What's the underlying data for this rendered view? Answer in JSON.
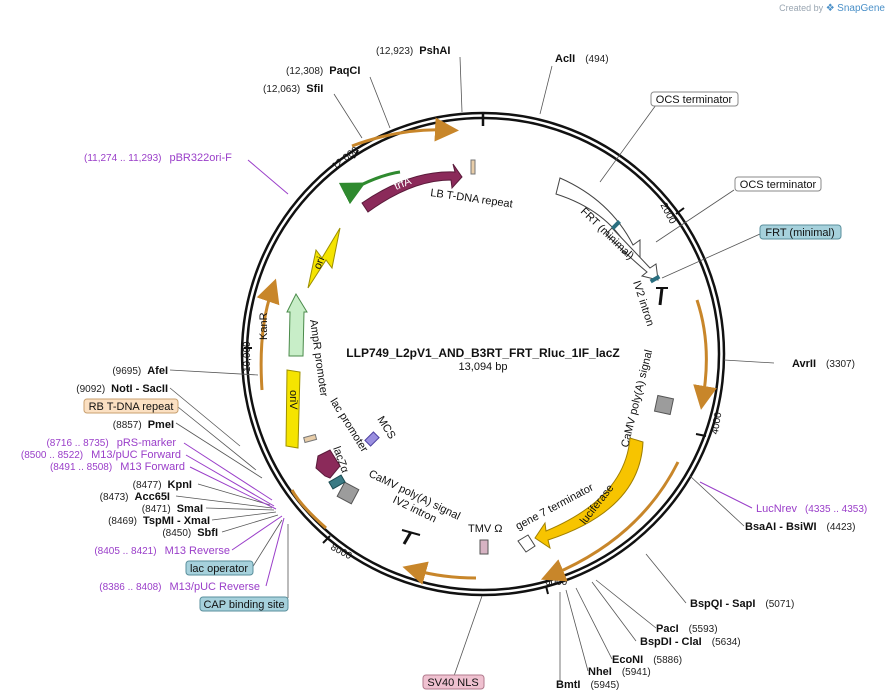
{
  "branding": {
    "created_by": "Created by",
    "app": "SnapGene"
  },
  "plasmid": {
    "name": "LLP749_L2pV1_AND_B3RT_FRT_Rluc_1IF_lacZ",
    "size_label": "13,094 bp"
  },
  "tick_labels": [
    "2000",
    "4000",
    "6000",
    "8000",
    "10,000",
    "12,000"
  ],
  "restriction_sites": [
    {
      "name": "PshAI",
      "pos": "(12,923)"
    },
    {
      "name": "PaqCI",
      "pos": "(12,308)"
    },
    {
      "name": "SfiI",
      "pos": "(12,063)"
    },
    {
      "name": "AclI",
      "pos": "(494)"
    },
    {
      "name": "AvrII",
      "pos": "(3307)"
    },
    {
      "name": "AfeI",
      "pos": "(9695)"
    },
    {
      "name": "NotI - SacII",
      "pos": "(9092)"
    },
    {
      "name": "PmeI",
      "pos": "(8857)"
    },
    {
      "name": "KpnI",
      "pos": "(8477)"
    },
    {
      "name": "Acc65I",
      "pos": "(8473)"
    },
    {
      "name": "SmaI",
      "pos": "(8471)"
    },
    {
      "name": "TspMI - XmaI",
      "pos": "(8469)"
    },
    {
      "name": "SbfI",
      "pos": "(8450)"
    },
    {
      "name": "BsaAI - BsiWI",
      "pos": "(4423)"
    },
    {
      "name": "BspQI - SapI",
      "pos": "(5071)"
    },
    {
      "name": "PacI",
      "pos": "(5593)"
    },
    {
      "name": "BspDI - ClaI",
      "pos": "(5634)"
    },
    {
      "name": "EcoNI",
      "pos": "(5886)"
    },
    {
      "name": "NheI",
      "pos": "(5941)"
    },
    {
      "name": "BmtI",
      "pos": "(5945)"
    }
  ],
  "primers": [
    {
      "name": "pBR322ori-F",
      "pos": "(11,274 .. 11,293)"
    },
    {
      "name": "pRS-marker",
      "pos": "(8716 .. 8735)"
    },
    {
      "name": "M13/pUC Forward",
      "pos": "(8500 .. 8522)"
    },
    {
      "name": "M13 Forward",
      "pos": "(8491 .. 8508)"
    },
    {
      "name": "M13 Reverse",
      "pos": "(8405 .. 8421)"
    },
    {
      "name": "M13/pUC Reverse",
      "pos": "(8386 .. 8408)"
    },
    {
      "name": "LucNrev",
      "pos": "(4335 .. 4353)"
    }
  ],
  "boxed_features": [
    "OCS terminator",
    "OCS terminator",
    "FRT (minimal)",
    "RB T-DNA repeat",
    "lac operator",
    "CAP binding site",
    "SV40 NLS"
  ],
  "map_features": [
    "trfA",
    "LB T-DNA repeat",
    "FRT (minimal)",
    "IV2 intron",
    "CaMV poly(A) signal",
    "luciferase",
    "gene 7 terminator",
    "TMV Ω",
    "IV2 intron",
    "CaMV poly(A) signal",
    "MCS",
    "lac promoter",
    "lacZα",
    "oriV",
    "AmpR promoter",
    "KanR",
    "ori"
  ],
  "colors": {
    "backbone": "#111111",
    "primer": "#9a3ec9",
    "trfA": "#8b2a5a",
    "yellow": "#f5e400",
    "kanr": "#c8eec8",
    "luciferase": "#f7c400",
    "orange_track": "#c8862a",
    "boxed_blue": "#a6d1dc",
    "boxed_orange": "#fbe0c2",
    "boxed_pink": "#efc1d0"
  }
}
